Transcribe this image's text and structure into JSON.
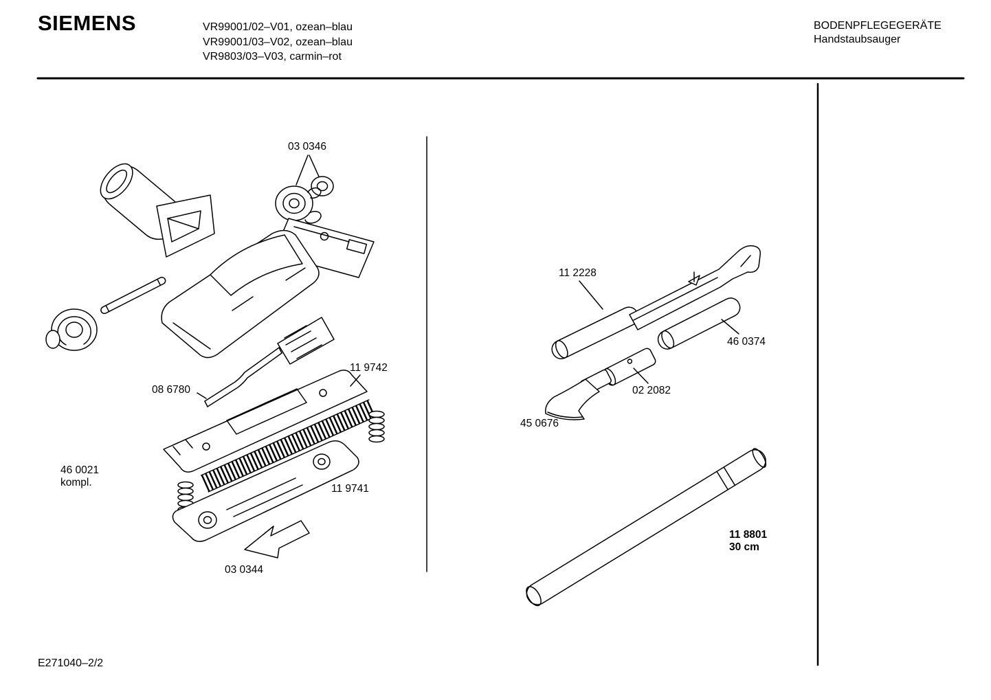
{
  "header": {
    "brand": "SIEMENS",
    "model_lines": [
      "VR99001/02–V01, ozean–blau",
      "VR99001/03–V02, ozean–blau",
      "VR9803/03–V03, carmin–rot"
    ],
    "category": "BODENPFLEGEGERÄTE",
    "subtitle": "Handstaubsauger"
  },
  "labels": {
    "wheel_set": "03 0346",
    "pedal_rod": "11 9742",
    "link_rod": "08 6780",
    "nozzle_assembly": "46 0021",
    "nozzle_assembly_note": "kompl.",
    "sole_plate": "11 9741",
    "arrow_part": "03 0344",
    "handle": "11 2228",
    "extension_tube": "46 0374",
    "connector": "02 2082",
    "small_nozzle": "45 0676",
    "long_tube": "11 8801",
    "long_tube_note": "30 cm"
  },
  "footer": {
    "doc_ref": "E271040–2/2"
  },
  "colors": {
    "ink": "#000000",
    "paper": "#ffffff"
  }
}
